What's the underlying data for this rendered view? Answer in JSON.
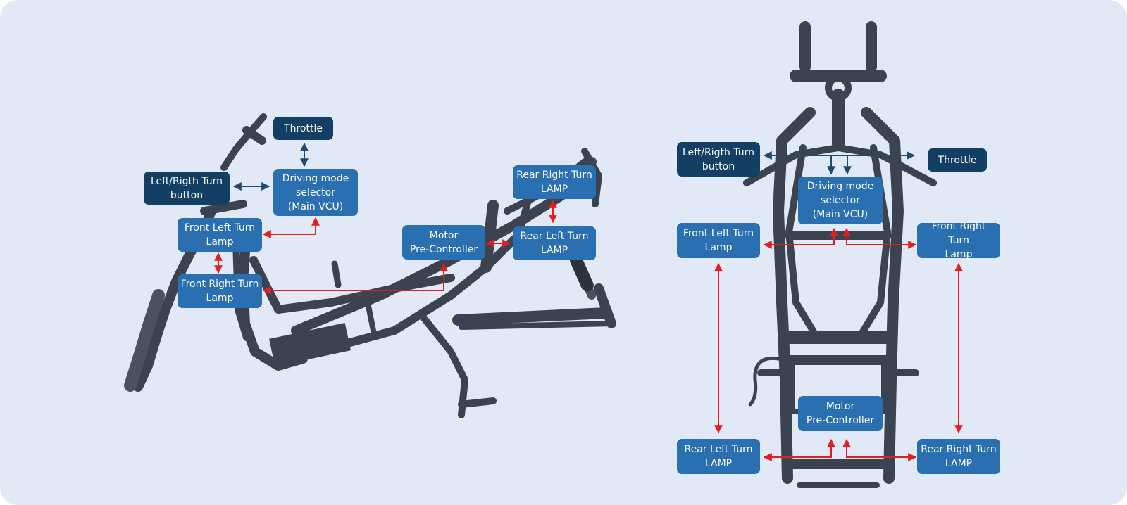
{
  "colors": {
    "background": "#e1e9f6",
    "frame": "#3b4350",
    "dark_box": "#123f63",
    "blue_box": "#2a6fb0",
    "red_arrow": "#e01e24",
    "dark_arrow": "#1f4a72"
  },
  "side_view": {
    "throttle": "Throttle",
    "turn_button": "Left/Rigth Turn\nbutton",
    "driving_mode_selector": "Driving mode\nselector\n(Main VCU)",
    "front_left_lamp": "Front Left Turn\nLamp",
    "front_right_lamp": "Front Right Turn\nLamp",
    "motor_pre_controller": "Motor\nPre-Controller",
    "rear_right_lamp": "Rear Right Turn\nLAMP",
    "rear_left_lamp": "Rear Left Turn\nLAMP"
  },
  "top_view": {
    "turn_button": "Left/Rigth Turn\nbutton",
    "throttle": "Throttle",
    "driving_mode_selector": "Driving mode\nselector\n(Main VCU)",
    "front_left_lamp": "Front Left Turn\nLamp",
    "front_right_lamp": "Front Right Turn\nLamp",
    "motor_pre_controller": "Motor\nPre-Controller",
    "rear_left_lamp": "Rear Left Turn\nLAMP",
    "rear_right_lamp": "Rear Right Turn\nLAMP"
  }
}
